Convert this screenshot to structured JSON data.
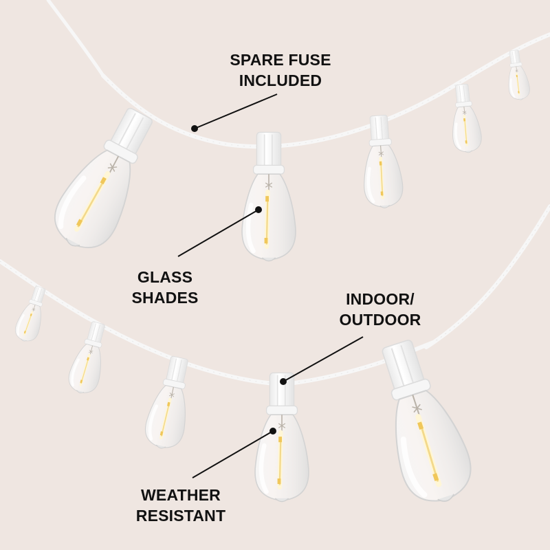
{
  "image": {
    "background_color": "#efe6e1",
    "subject": "white string lights with clear Edison-style glass bulbs"
  },
  "callouts": [
    {
      "id": "spare-fuse",
      "lines": [
        "SPARE FUSE",
        "INCLUDED"
      ],
      "target": "cable"
    },
    {
      "id": "glass-shades",
      "lines": [
        "GLASS",
        "SHADES"
      ],
      "target": "bulb"
    },
    {
      "id": "indoor-outdoor",
      "lines": [
        "INDOOR/",
        "OUTDOOR"
      ],
      "target": "socket"
    },
    {
      "id": "weather-resistant",
      "lines": [
        "WEATHER",
        "RESISTANT"
      ],
      "target": "bulb"
    }
  ],
  "colors": {
    "label_text": "#111111",
    "pointer": "#111111",
    "cable": "#f7f7f7",
    "socket": "#fbfbfb",
    "filament_glow": "#f3d98a"
  }
}
